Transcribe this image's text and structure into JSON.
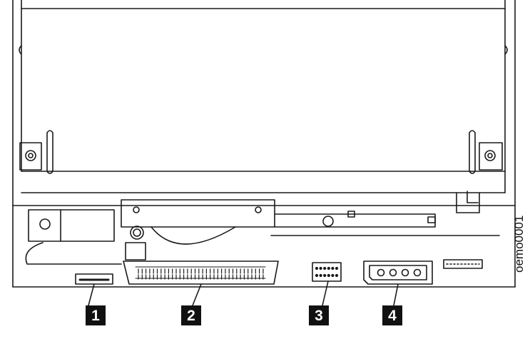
{
  "figure": {
    "id_label": "oemo0001",
    "callouts": [
      "1",
      "2",
      "3",
      "4"
    ],
    "power_connector_pins": 4
  }
}
